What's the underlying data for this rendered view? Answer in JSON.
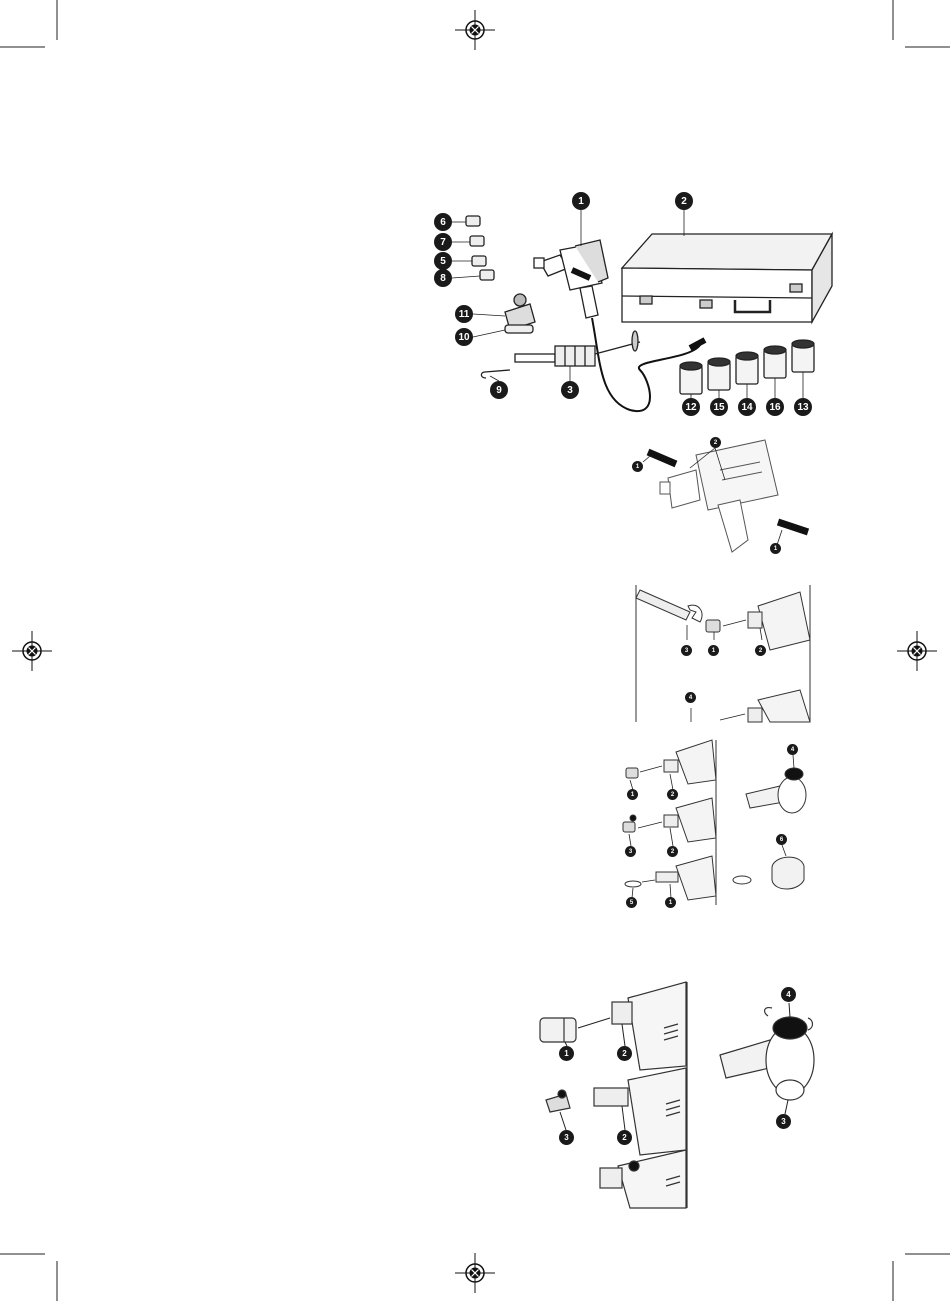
{
  "icons": {
    "registration_mark": "registration-crosshair-icon",
    "crop_mark": "crop-mark-icon"
  },
  "figure1": {
    "callouts": [
      "1",
      "2",
      "6",
      "7",
      "5",
      "8",
      "11",
      "10",
      "9",
      "3",
      "12",
      "15",
      "14",
      "16",
      "13"
    ]
  },
  "figure2": {
    "callouts": [
      "1",
      "2",
      "1"
    ]
  },
  "figure3": {
    "callouts": [
      "3",
      "1",
      "2",
      "4"
    ]
  },
  "figure4": {
    "callouts": [
      "1",
      "2",
      "3",
      "2",
      "5",
      "1",
      "4",
      "6"
    ]
  },
  "figure5": {
    "callouts": [
      "1",
      "2",
      "3",
      "2",
      "4",
      "3"
    ]
  }
}
